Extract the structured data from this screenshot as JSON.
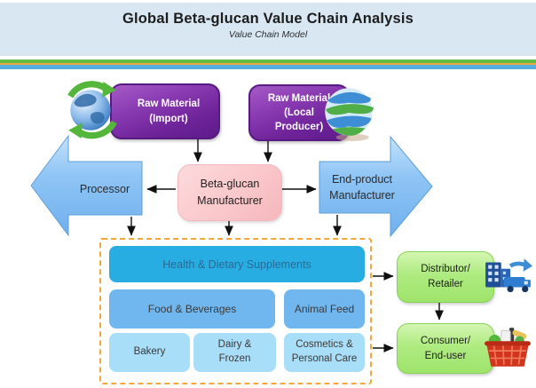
{
  "header": {
    "title": "Global Beta-glucan Value Chain Analysis",
    "subtitle": "Value Chain Model"
  },
  "nodes": {
    "raw_import": {
      "lines": [
        "Raw Material",
        "(Import)"
      ]
    },
    "raw_local": {
      "lines": [
        "Raw Material",
        "(Local",
        "Producer)"
      ]
    },
    "processor": {
      "label": "Processor"
    },
    "beta_manufacturer": {
      "lines": [
        "Beta-glucan",
        "Manufacturer"
      ]
    },
    "end_product": {
      "lines": [
        "End-product",
        "Manufacturer"
      ]
    },
    "distributor": {
      "lines": [
        "Distributor/",
        "Retailer"
      ]
    },
    "consumer": {
      "lines": [
        "Consumer/",
        "End-user"
      ]
    }
  },
  "applications": {
    "health": "Health & Dietary Supplements",
    "food": "Food & Beverages",
    "animal_feed": "Animal Feed",
    "bakery": "Bakery",
    "dairy": [
      "Dairy &",
      "Frozen"
    ],
    "cosmetics": [
      "Cosmetics &",
      "Personal Care"
    ]
  },
  "icons": {
    "raw_import": "globe-recycle-icon",
    "raw_local": "globe-swirl-icon",
    "distributor": "buildings-truck-icon",
    "consumer": "shopping-basket-icon"
  },
  "colors": {
    "header_bg": "#D9E7F3",
    "stripe_green": "#62BB46",
    "stripe_orange": "#F0A43C",
    "stripe_blue": "#57ADE4",
    "purple_box": "#6E2399",
    "pink_box": "#FAC8CB",
    "blue_arrow": "#85BFF3",
    "green_box": "#A9E878",
    "health_bar": "#28ADE3",
    "row2_box": "#70B7EF",
    "row3_box": "#A9DEF8",
    "dashed_border": "#F3A73C",
    "connector": "#111111"
  }
}
